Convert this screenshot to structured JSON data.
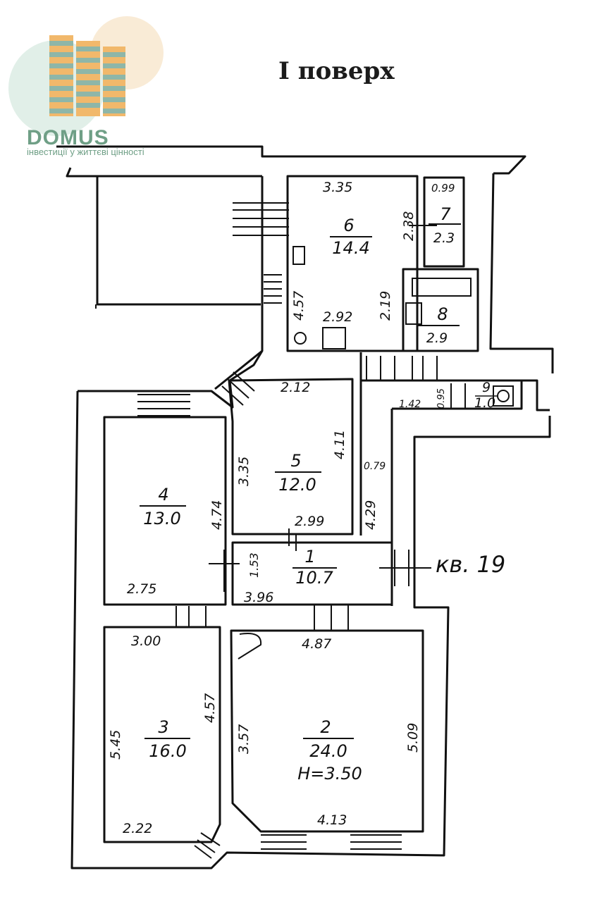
{
  "title": "І поверх",
  "logo": {
    "name": "DOMUS",
    "tagline": "інвестиції у життєві цінності",
    "colors": {
      "green": "#6f9f86",
      "orange": "#f1b86b",
      "teal": "#8eb6a8"
    }
  },
  "apartment_label": "кв. 19",
  "rooms": [
    {
      "id": "1",
      "area": "10.7"
    },
    {
      "id": "2",
      "area": "24.0",
      "height": "Н=3.50"
    },
    {
      "id": "3",
      "area": "16.0"
    },
    {
      "id": "4",
      "area": "13.0"
    },
    {
      "id": "5",
      "area": "12.0"
    },
    {
      "id": "6",
      "area": "14.4"
    },
    {
      "id": "7",
      "area": "2.3"
    },
    {
      "id": "8",
      "area": "2.9"
    },
    {
      "id": "9",
      "area": "1.0"
    }
  ],
  "dimensions": {
    "r6_top": "3.35",
    "r6_side": "2.38",
    "r6_left": "4.57",
    "r6_right": "2.19",
    "r6_bottom": "2.92",
    "r7_top": "0.99",
    "r5_top": "2.12",
    "r5_left": "3.35",
    "r5_right": "4.11",
    "r5_bottom": "2.99",
    "corr_width": "0.79",
    "corr_len": "4.29",
    "r9_a": "1.42",
    "r9_b": "0.95",
    "r4_right": "4.74",
    "r4_bottom": "2.75",
    "r1_left": "1.53",
    "r1_bottom": "3.96",
    "r3_top": "3.00",
    "r3_left": "5.45",
    "r3_right": "4.57",
    "r3_bottom": "2.22",
    "r2_top": "4.87",
    "r2_left": "3.57",
    "r2_right": "5.09",
    "r2_bottom": "4.13"
  }
}
